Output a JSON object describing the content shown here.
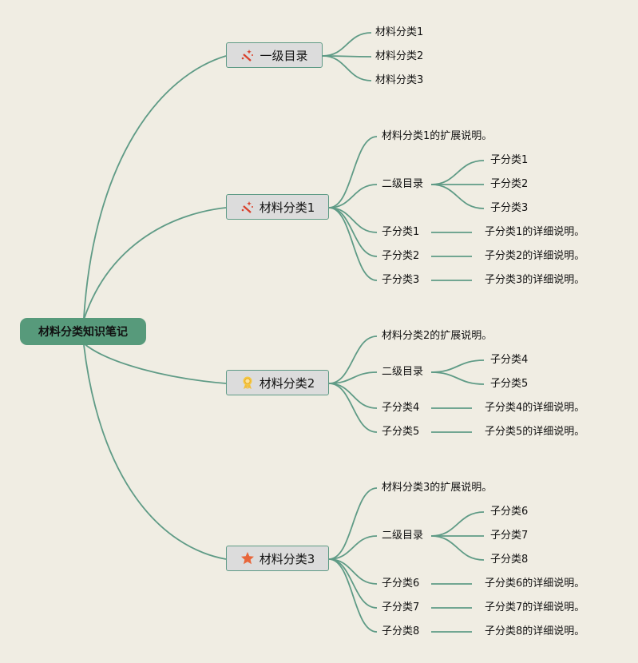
{
  "root": "材料分类知识笔记",
  "colors": {
    "line": "#5f9b86",
    "root_fill": "#579a7b",
    "box_fill": "#dcdcdc",
    "background": "#f0ede3"
  },
  "branches": [
    {
      "label": "一级目录",
      "icon": "magic-wand-icon",
      "children": [
        "材料分类1",
        "材料分类2",
        "材料分类3"
      ]
    },
    {
      "label": "材料分类1",
      "icon": "magic-wand-icon",
      "expansion": "材料分类1的扩展说明。",
      "sub_title": "二级目录",
      "sub_items": [
        "子分类1",
        "子分类2",
        "子分类3"
      ],
      "details": [
        {
          "label": "子分类1",
          "text": "子分类1的详细说明。"
        },
        {
          "label": "子分类2",
          "text": "子分类2的详细说明。"
        },
        {
          "label": "子分类3",
          "text": "子分类3的详细说明。"
        }
      ]
    },
    {
      "label": "材料分类2",
      "icon": "award-medal-icon",
      "expansion": "材料分类2的扩展说明。",
      "sub_title": "二级目录",
      "sub_items": [
        "子分类4",
        "子分类5"
      ],
      "details": [
        {
          "label": "子分类4",
          "text": "子分类4的详细说明。"
        },
        {
          "label": "子分类5",
          "text": "子分类5的详细说明。"
        }
      ]
    },
    {
      "label": "材料分类3",
      "icon": "star-icon",
      "expansion": "材料分类3的扩展说明。",
      "sub_title": "二级目录",
      "sub_items": [
        "子分类6",
        "子分类7",
        "子分类8"
      ],
      "details": [
        {
          "label": "子分类6",
          "text": "子分类6的详细说明。"
        },
        {
          "label": "子分类7",
          "text": "子分类7的详细说明。"
        },
        {
          "label": "子分类8",
          "text": "子分类8的详细说明。"
        }
      ]
    }
  ]
}
